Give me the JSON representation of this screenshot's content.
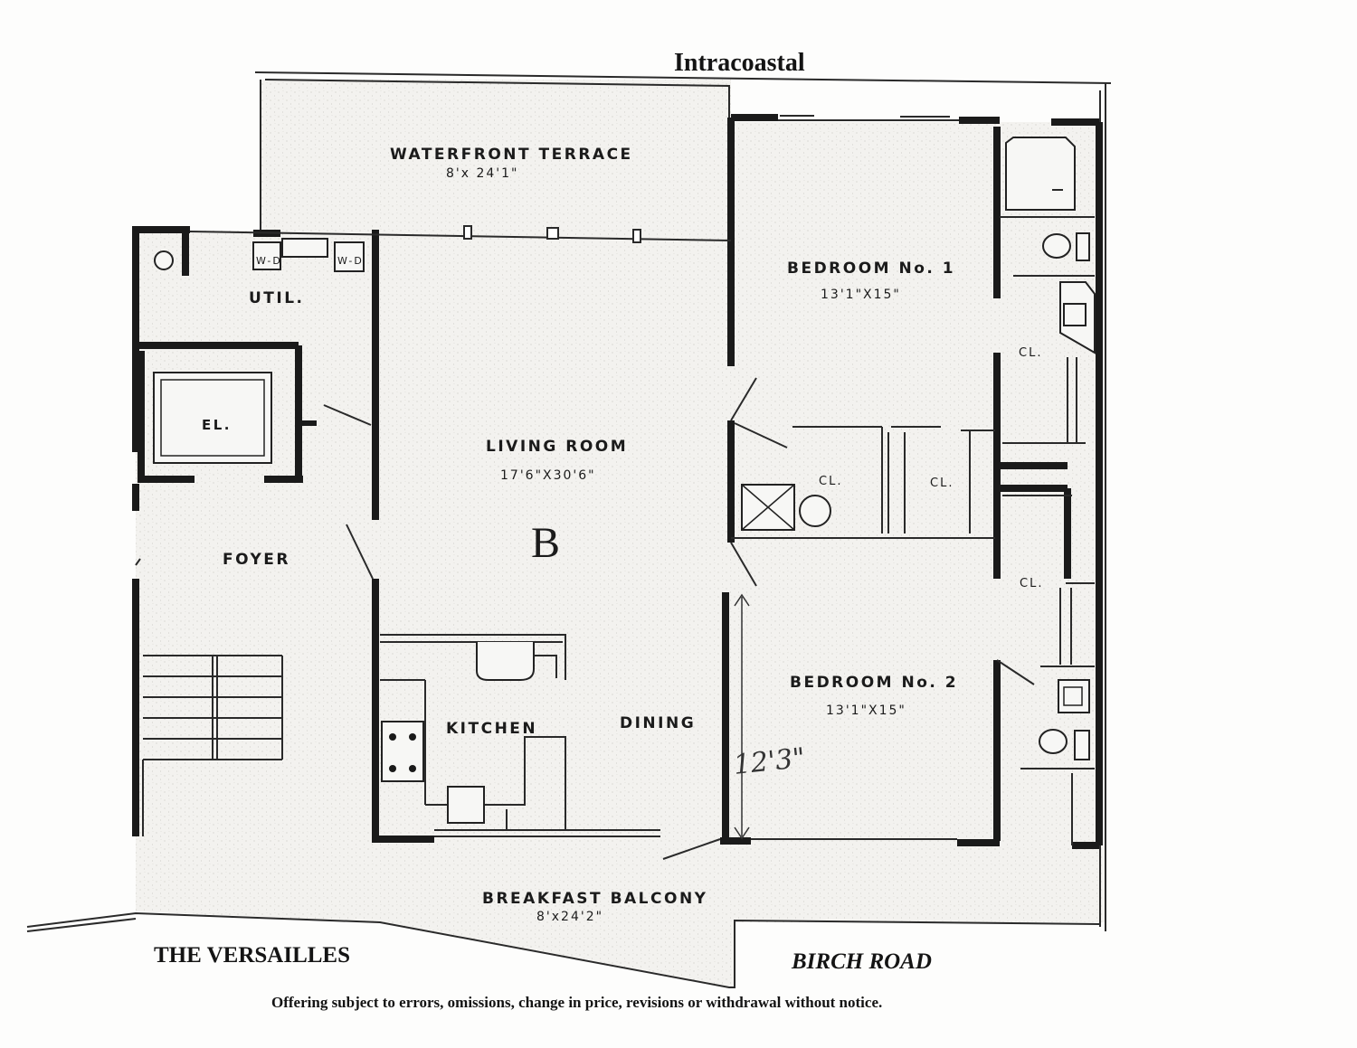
{
  "title": "Intracoastal",
  "unit_letter": "B",
  "rooms": {
    "terrace": {
      "name": "WATERFRONT TERRACE",
      "size": "8'x 24'1\""
    },
    "util": {
      "name": "UTIL."
    },
    "wd1": "W-D",
    "wd2": "W-D",
    "el": {
      "name": "EL."
    },
    "foyer": {
      "name": "FOYER"
    },
    "living": {
      "name": "LIVING ROOM",
      "size": "17'6\"X30'6\""
    },
    "kitchen": {
      "name": "KITCHEN"
    },
    "dining": {
      "name": "DINING"
    },
    "bed1": {
      "name": "BEDROOM No. 1",
      "size": "13'1\"X15\""
    },
    "bed2": {
      "name": "BEDROOM No. 2",
      "size": "13'1\"X15\""
    },
    "closets": [
      "CL.",
      "CL.",
      "CL.",
      "CL."
    ],
    "balcony": {
      "name": "BREAKFAST BALCONY",
      "size": "8'x24'2\""
    }
  },
  "handwritten_dim": "12'3\"",
  "building": "THE VERSAILLES",
  "street": "BIRCH ROAD",
  "disclaimer": "Offering subject to errors, omissions, change in price, revisions or withdrawal without notice.",
  "colors": {
    "wall": "#1a1a1a",
    "paper": "#fdfdfc",
    "tint": "#f0efeb"
  }
}
